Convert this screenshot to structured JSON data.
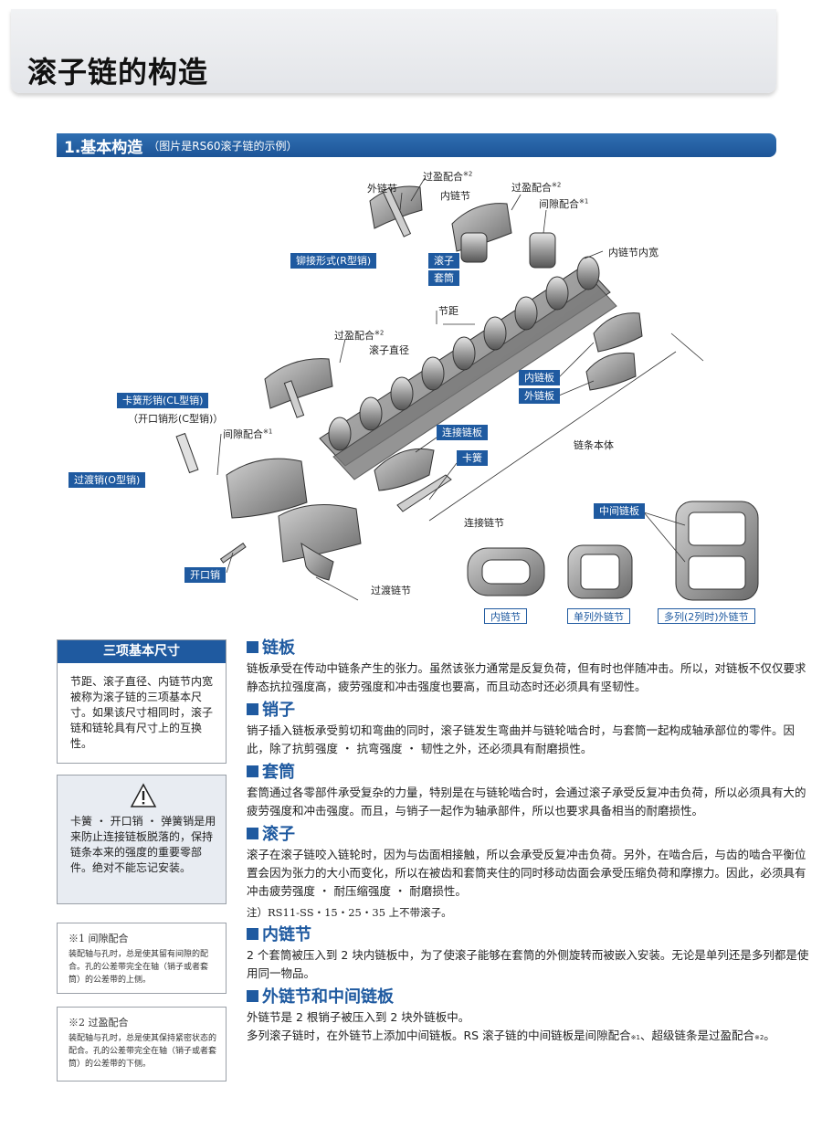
{
  "page": {
    "title": "滚子链的构造",
    "section": {
      "main": "1.基本构造",
      "sub": "（图片是RS60滚子链的示例）"
    }
  },
  "diagram": {
    "labels": {
      "outer_link": "外链节",
      "press_fit_1": "过盈配合",
      "inner_link": "内链节",
      "press_fit_2": "过盈配合",
      "clearance_fit_1": "间隙配合",
      "riveted": "铆接形式(R型销)",
      "roller": "滚子",
      "bushing": "套筒",
      "inner_width": "内链节内宽",
      "pitch": "节距",
      "press_fit_3": "过盈配合",
      "roller_dia": "滚子直径",
      "inner_plate": "内链板",
      "outer_plate": "外链板",
      "spring_pin": "卡簧形销(CL型销)",
      "cotter_type": "（开口销形(C型销)）",
      "clearance_fit_2": "间隙配合",
      "connecting_plate": "连接链板",
      "spring_clip": "卡簧",
      "chain_body": "链条本体",
      "offset_pin": "过渡销(O型销)",
      "connecting_link": "连接链节",
      "middle_plate": "中间链板",
      "cotter_pin": "开口销",
      "offset_link": "过渡链节",
      "inner_link_tag": "内链节",
      "single_outer_link": "单列外链节",
      "multi_outer_link": "多列(2列时)外链节"
    },
    "mark1": "※1",
    "mark2": "※2"
  },
  "dimensions_box": {
    "title": "三项基本尺寸",
    "text": "节距、滚子直径、内链节内宽被称为滚子链的三项基本尺寸。如果该尺寸相同时，滚子链和链轮具有尺寸上的互换性。"
  },
  "warning_box": {
    "icon": "warning-triangle-icon",
    "text": "卡簧 ・ 开口销 ・ 弹簧销是用来防止连接链板脱落的，保持链条本来的强度的重要零部件。绝对不能忘记安装。"
  },
  "notes": [
    {
      "title": "※1 间隙配合",
      "text": "装配轴与孔时，总是使其留有间隙的配合。孔的公差带完全在轴（销子或者套筒）的公差带的上侧。"
    },
    {
      "title": "※2 过盈配合",
      "text": "装配轴与孔时，总是使其保持紧密状态的配合。孔的公差带完全在轴（销子或者套筒）的公差带的下侧。"
    }
  ],
  "sections": [
    {
      "title": "链板",
      "text": "链板承受在传动中链条产生的张力。虽然该张力通常是反复负荷，但有时也伴随冲击。所以，对链板不仅仅要求静态抗拉强度高，疲劳强度和冲击强度也要高，而且动态时还必须具有坚韧性。"
    },
    {
      "title": "销子",
      "text": "销子插入链板承受剪切和弯曲的同时，滚子链发生弯曲并与链轮啮合时，与套筒一起构成轴承部位的零件。因此，除了抗剪强度 ・ 抗弯强度 ・ 韧性之外，还必须具有耐磨损性。"
    },
    {
      "title": "套筒",
      "text": "套筒通过各零部件承受复杂的力量，特别是在与链轮啮合时，会通过滚子承受反复冲击负荷，所以必须具有大的疲劳强度和冲击强度。而且，与销子一起作为轴承部件，所以也要求具备相当的耐磨损性。"
    },
    {
      "title": "滚子",
      "text": "滚子在滚子链咬入链轮时，因为与齿面相接触，所以会承受反复冲击负荷。另外，在啮合后，与齿的啮合平衡位置会因为张力的大小而变化，所以在被齿和套筒夹住的同时移动齿面会承受压缩负荷和摩擦力。因此，必须具有冲击疲劳强度 ・ 耐压缩强度 ・ 耐磨损性。",
      "note": "注）RS11-SS・15・25・35 上不带滚子。"
    },
    {
      "title": "内链节",
      "text": "2 个套筒被压入到 2 块内链板中，为了使滚子能够在套筒的外侧旋转而被嵌入安装。无论是单列还是多列都是使用同一物品。"
    },
    {
      "title": "外链节和中间链板",
      "text": "外链节是 2 根销子被压入到 2 块外链板中。",
      "text2a": "多列滚子链时，在外链节上添加中间链板。RS 滚子链的中间链板是间隙配合",
      "text2b": "、超级链条是过盈配合",
      "text2c": "。"
    }
  ],
  "colors": {
    "accent": "#1f5aa0",
    "warn_bg": "#e8ecf2"
  }
}
